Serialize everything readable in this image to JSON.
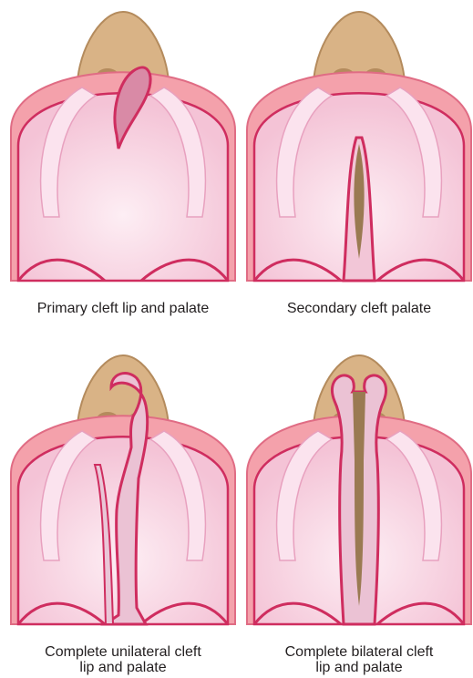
{
  "palette": {
    "nose": "#d9b386",
    "nose_edge": "#b48b5d",
    "gum": "#f4a1ab",
    "gum_edge": "#e06c84",
    "palate": "#f7d3e1",
    "palate_edge": "#cf2d5f",
    "ridge": "#fbe3ee",
    "cleft_tan": "#9a7a52",
    "cleft_pink": "#d98aa6"
  },
  "panels": [
    {
      "id": "primary",
      "caption_lines": [
        "Primary cleft lip and palate"
      ]
    },
    {
      "id": "secondary",
      "caption_lines": [
        "Secondary cleft palate"
      ]
    },
    {
      "id": "unilateral",
      "caption_lines": [
        "Complete unilateral cleft",
        "lip and palate"
      ]
    },
    {
      "id": "bilateral",
      "caption_lines": [
        "Complete bilateral cleft",
        "lip and palate"
      ]
    }
  ]
}
